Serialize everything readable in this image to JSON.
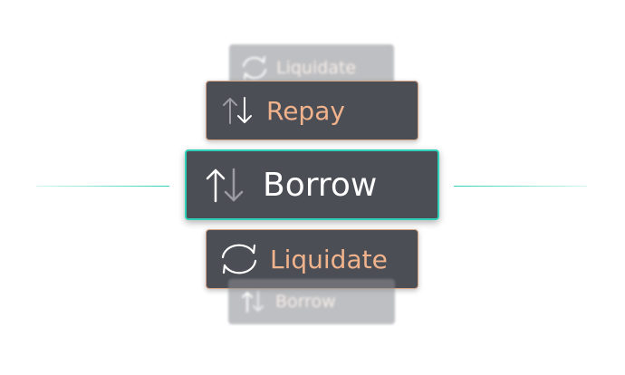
{
  "selector": {
    "ghost_top": {
      "label": "Liquidate",
      "icon": "refresh-icon"
    },
    "repay": {
      "label": "Repay",
      "icon": "swap-vertical-icon"
    },
    "borrow": {
      "label": "Borrow",
      "icon": "swap-vertical-icon"
    },
    "liquidate": {
      "label": "Liquidate",
      "icon": "refresh-icon"
    },
    "ghost_bottom": {
      "label": "Borrow",
      "icon": "swap-vertical-icon"
    }
  },
  "colors": {
    "card_background": "#4c4e56",
    "selected_border": "#2fd0b8",
    "option_text": "#f0b38c",
    "selected_text": "#ffffff"
  }
}
